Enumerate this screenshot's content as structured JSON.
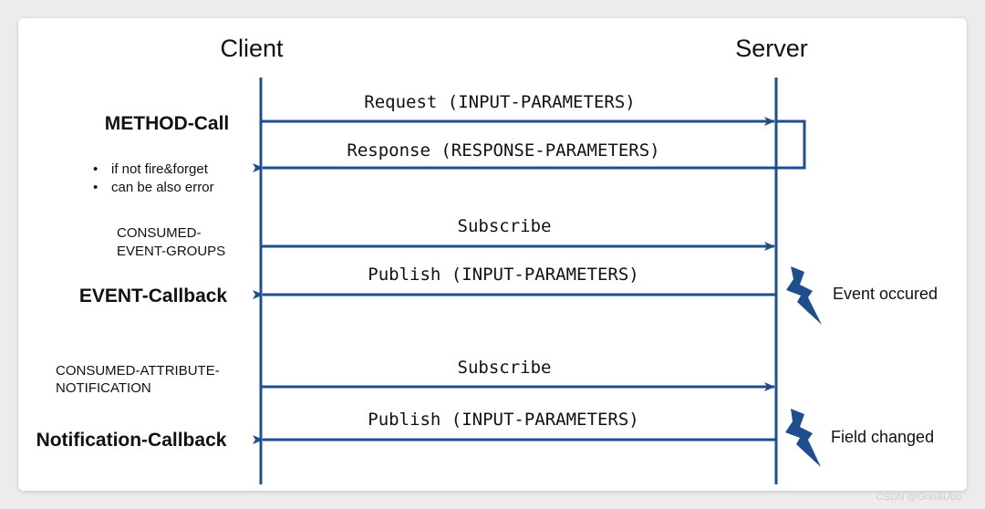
{
  "participants": {
    "client": "Client",
    "server": "Server"
  },
  "left_labels": {
    "method_call": "METHOD-Call",
    "bullets": [
      "if not fire&forget",
      "can be also error"
    ],
    "consumed_event_groups_1": "CONSUMED-",
    "consumed_event_groups_2": "EVENT-GROUPS",
    "event_callback": "EVENT-Callback",
    "consumed_attr_1": "CONSUMED-ATTRIBUTE-",
    "consumed_attr_2": "NOTIFICATION",
    "notification_callback": "Notification-Callback"
  },
  "messages": {
    "request": "Request (INPUT-PARAMETERS)",
    "response": "Response (RESPONSE-PARAMETERS)",
    "subscribe_event": "Subscribe",
    "publish_event": "Publish (INPUT-PARAMETERS)",
    "subscribe_field": "Subscribe",
    "publish_field": "Publish (INPUT-PARAMETERS)"
  },
  "right_labels": {
    "event_occured": "Event occured",
    "field_changed": "Field changed"
  },
  "icons": {
    "lightning": "lightning-icon"
  },
  "colors": {
    "line": "#1f4e8c",
    "bolt": "#1f4e8c"
  },
  "watermark": "CSDN @Gnu&Ubu"
}
